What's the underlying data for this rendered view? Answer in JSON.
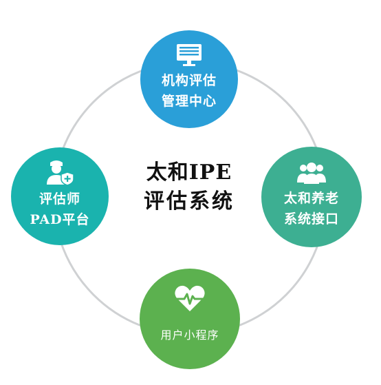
{
  "center": {
    "line1": "太和IPE",
    "line2": "评估系统"
  },
  "nodes": {
    "top": {
      "icon": "monitor-icon",
      "line1": "机构评估",
      "line2": "管理中心",
      "color": "#2a9fd8"
    },
    "left": {
      "icon": "assessor-shield-icon",
      "line1": "评估师",
      "line2": "PAD平台",
      "color": "#1ab3ae"
    },
    "right": {
      "icon": "group-users-icon",
      "line1": "太和养老",
      "line2": "系统接口",
      "color": "#3daf92"
    },
    "bottom": {
      "icon": "heart-pulse-icon",
      "line1": "用户小程序",
      "color": "#5cb14f"
    }
  },
  "ring_color": "#cfd1d3"
}
